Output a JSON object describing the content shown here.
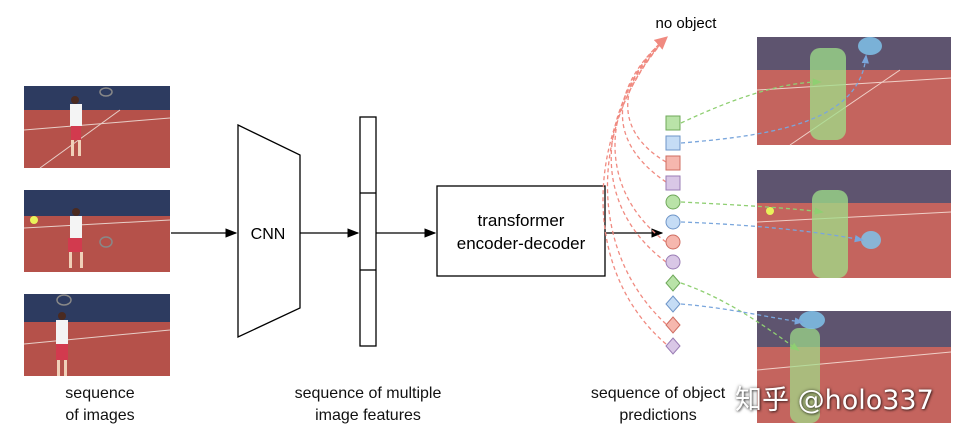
{
  "labels": {
    "cnn": "CNN",
    "transformer_line1": "transformer",
    "transformer_line2": "encoder-decoder",
    "no_object": "no object"
  },
  "captions": {
    "images_line1": "sequence",
    "images_line2": "of images",
    "features_line1": "sequence of multiple",
    "features_line2": "image features",
    "predictions_line1": "sequence of object",
    "predictions_line2": "predictions"
  },
  "watermark": "知乎 @holo337",
  "colors": {
    "green": "#b9e3a8",
    "blue": "#c5dcf5",
    "red": "#f6b7ae",
    "purple": "#d9c7e6",
    "no_object_arrow": "#f08a80",
    "court": "#b5514a",
    "wall": "#2d3b60"
  },
  "prediction_shapes": [
    "square-green",
    "square-blue",
    "square-red",
    "square-purple",
    "circle-green",
    "circle-blue",
    "circle-red",
    "circle-purple",
    "diamond-green",
    "diamond-blue",
    "diamond-red",
    "diamond-purple"
  ]
}
